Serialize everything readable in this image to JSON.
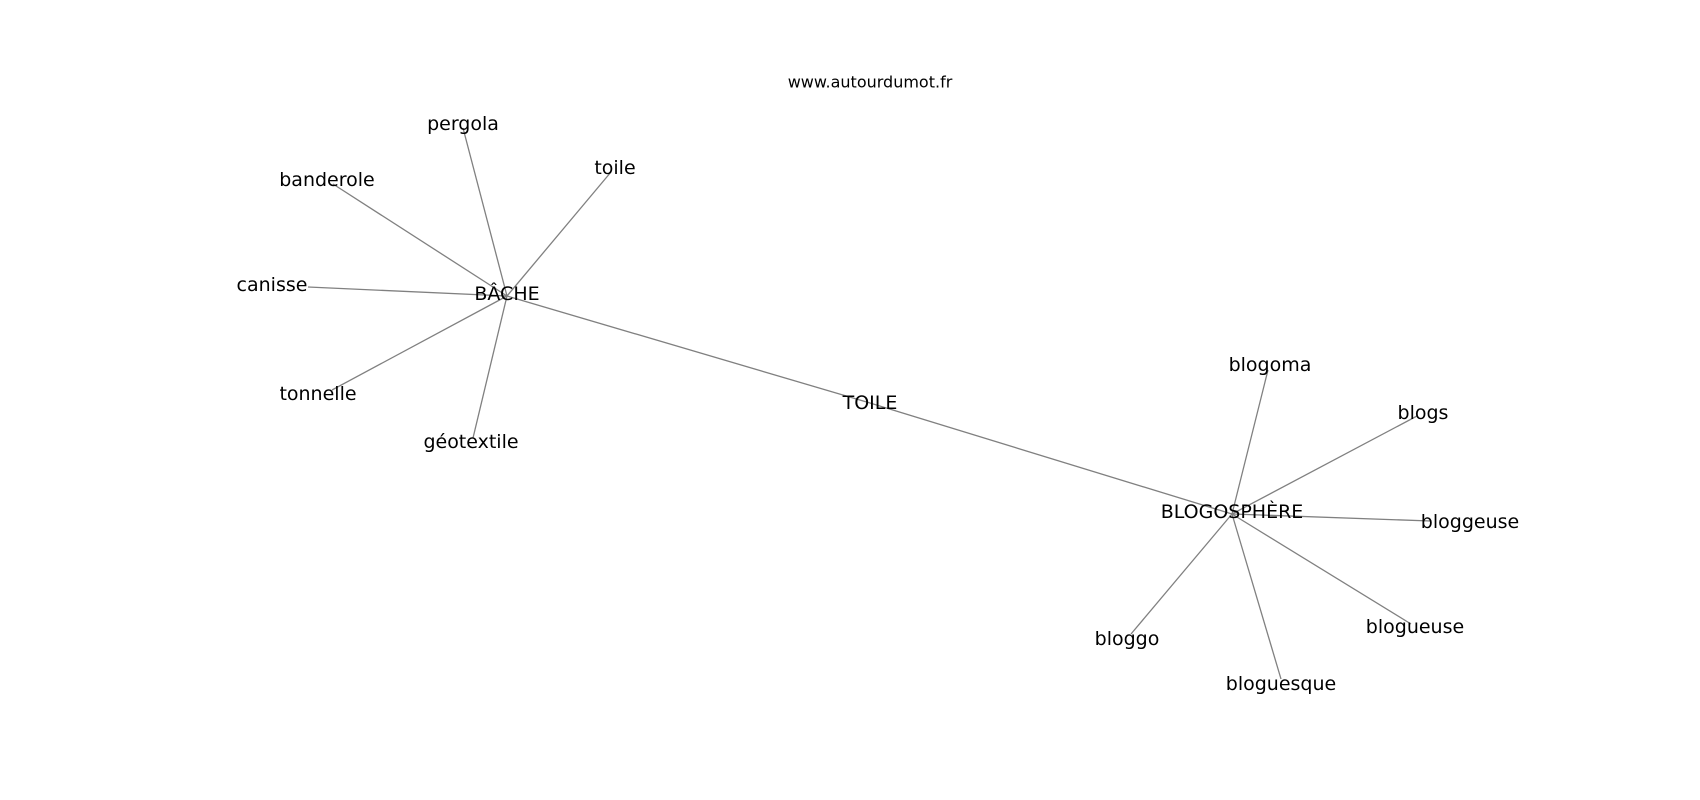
{
  "source": "www.autourdumot.fr",
  "nodes": [
    {
      "id": "toile_center",
      "label": "TOILE"
    },
    {
      "id": "bache",
      "label": "BÂCHE"
    },
    {
      "id": "blogosphere",
      "label": "BLOGOSPHÈRE"
    },
    {
      "id": "pergola",
      "label": "pergola"
    },
    {
      "id": "toile",
      "label": "toile"
    },
    {
      "id": "banderole",
      "label": "banderole"
    },
    {
      "id": "canisse",
      "label": "canisse"
    },
    {
      "id": "tonnelle",
      "label": "tonnelle"
    },
    {
      "id": "geotextile",
      "label": "géotextile"
    },
    {
      "id": "blogoma",
      "label": "blogoma"
    },
    {
      "id": "blogs",
      "label": "blogs"
    },
    {
      "id": "bloggeuse",
      "label": "bloggeuse"
    },
    {
      "id": "blogueuse",
      "label": "blogueuse"
    },
    {
      "id": "bloguesque",
      "label": "bloguesque"
    },
    {
      "id": "bloggo",
      "label": "bloggo"
    }
  ],
  "edges": [
    [
      "bache",
      "toile_center"
    ],
    [
      "toile_center",
      "blogosphere"
    ],
    [
      "bache",
      "pergola"
    ],
    [
      "bache",
      "toile"
    ],
    [
      "bache",
      "banderole"
    ],
    [
      "bache",
      "canisse"
    ],
    [
      "bache",
      "tonnelle"
    ],
    [
      "bache",
      "geotextile"
    ],
    [
      "blogosphere",
      "blogoma"
    ],
    [
      "blogosphere",
      "blogs"
    ],
    [
      "blogosphere",
      "bloggeuse"
    ],
    [
      "blogosphere",
      "blogueuse"
    ],
    [
      "blogosphere",
      "bloguesque"
    ],
    [
      "blogosphere",
      "bloggo"
    ]
  ]
}
